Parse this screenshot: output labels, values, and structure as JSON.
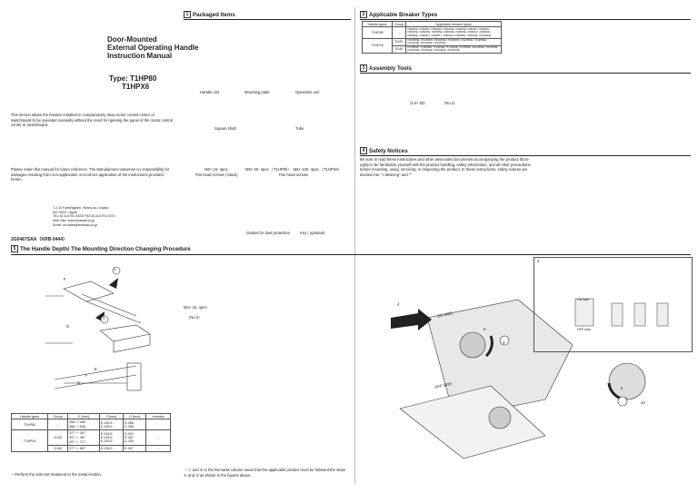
{
  "left": {
    "title_lines": [
      "Door-Mounted",
      "External Operating Handle",
      "Instruction Manual"
    ],
    "type_label": "Type: T1HP80",
    "type_label2": "T1HPX6",
    "intro": "This device allows the breaker installed in comparatively deep motor control center or switchboard to be operated manually without the need for opening the panel of the motor control center or switchboard.",
    "retain": "Please retain this manual for future reference. The Manufacturer assumes no responsibility for damages resulting from non-application or incorrect application of the instructions provided herein.",
    "address": [
      "7-2-10 Kamihigashi, Hirano-ku, Osaka",
      "547-0002, Japan",
      "TEL:81-6-6791-9323/ FAX:81-6-6791-9274",
      "Web Site: www.terasaki.co.jp",
      "Email: int-sales@terasaki.co.jp"
    ],
    "doc_code": "2G0467SAA（KRB-0444）"
  },
  "packaged": {
    "num": "1",
    "heading": "Packaged Items",
    "items": [
      "Handle unit",
      "Mounting plate",
      "Operation unit",
      "Square shaft",
      "Tube"
    ],
    "screws_flat": "M4× 16- 4pcs.",
    "screws_flat_label": "Flat head screws ( black)",
    "screws_pan": "M5× 40- 4pcs.（T1HP80）, M6× 100- 4pcs.（T1HPX6）",
    "screws_pan_label": "Pan head screws",
    "gasket": "Gasket for dust protection",
    "key": "Key ( optional)"
  },
  "breakers": {
    "num": "2",
    "heading": "Applicable Breaker Types",
    "col_handle": "Handle types",
    "col_group": "Group",
    "col_types": "Applicable breaker types",
    "rows": [
      {
        "handle": "T1HP80",
        "group": "–",
        "types": "XS800NE, XS800NJ, XS800NS, XH800NE, XS800NE, XS800NJ, XS800NJ, XS800NE, XH800NE, XS800NE, XS800SE, XS800NE, XS800NJ, XS800NE, XS800NE, XH800PJ, XH800PJ, XH800NE, XS800PE, XS800NE, XS1000NE"
      },
      {
        "handle": "T1HPX6",
        "group": "D120",
        "types": "XS1250NE, XS1250NS, XS1600NE, XS1600NS, XS1250SE, XS1250NE, XS1250SE, XS1250NE, XS1250SE"
      },
      {
        "handle": "",
        "group": "D140",
        "types": "TL1600NE, TL1600NE, TL1600NE, TL1250NE, TL1250SE, XS1250NE, XS1250NE, XS1600NE, XS1600SE, XS1600NE, XS1600NE"
      }
    ]
  },
  "tools": {
    "num": "3",
    "heading": "Assembly Tools",
    "item1": "（4.5× 50）",
    "item2": "（No.2）"
  },
  "safety": {
    "num": "4",
    "heading": "Safety Notices",
    "body": "Be sure to read these Instructions and other associated documents accompanying the product thoro- ughly to be familiarize yourself with the product handling, safety information, and all other precautions before mounting, using, servicing, or inspecting the product. In these instructions, safety notices are divided into \"⚠Warning\" and \"\""
  },
  "depth": {
    "num": "5",
    "heading": "The Handle Depth/ The Mounting Direction Changing Procedure",
    "screw_spec": "M4× 10- 4pcs.",
    "screw_tool": "（No.2）",
    "labels": [
      "F",
      "G",
      "E",
      "F",
      "G"
    ],
    "circle1": "1",
    "circle2": "1",
    "on_side": "ON SIDE",
    "off_side": "OFF SIDE",
    "step4": "4",
    "step5": "5",
    "step3": "3",
    "step6": "6",
    "step10": "10",
    "step4b": "4",
    "off_side_label": "OFF side",
    "on_side_label": "ON side",
    "cols": [
      "Handle types",
      "Group",
      "E [mm]",
      "F [mm]",
      "G [mm]",
      "remarks"
    ],
    "rows": [
      [
        "T1HP80",
        "–",
        "268 ～ 368\n368 ～ 638",
        "E-190.5\nE-190.5",
        "E-286\nE-358",
        ""
      ],
      [
        "T1HPX6",
        "D120",
        "327 ～ 397\n357 ～ 467\n397 ～ 717",
        "E-218.5\nE-218.5\nE-229.5",
        "E-315\nE-387\nE-335",
        "–"
      ],
      [
        "",
        "D140",
        "477 ～ 857",
        "E-235.5",
        "E-407",
        "–"
      ]
    ],
    "note_left": "Perform the anti-rust treatment to the metal section.",
    "note_right": "① and ③ in the Remarks column mean that the applicable product must be followed the steps ① and ③ as shown in the figures above."
  }
}
